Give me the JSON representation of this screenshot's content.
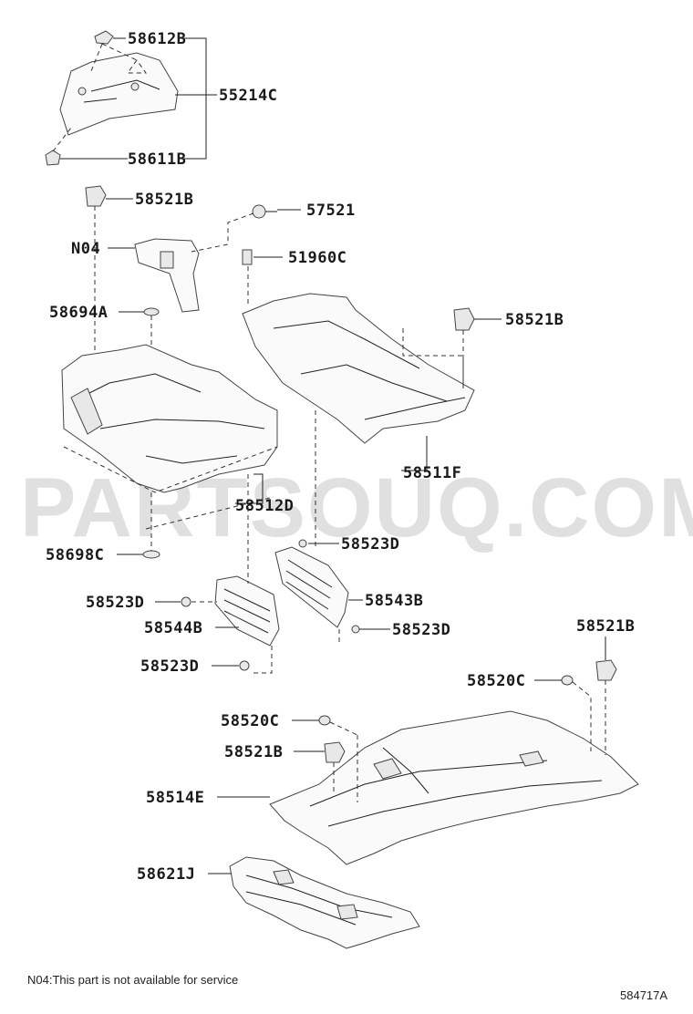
{
  "watermark": "PARTSOUQ.COM",
  "note": "N04:This part is not available for service",
  "figure_id": "584717A",
  "labels": {
    "p58612B": "58612B",
    "p55214C": "55214C",
    "p58611B": "58611B",
    "p58521B_top": "58521B",
    "p57521": "57521",
    "pN04": "N04",
    "p51960C": "51960C",
    "p58694A": "58694A",
    "p58521B_right": "58521B",
    "p58511F": "58511F",
    "p58512D": "58512D",
    "p58698C": "58698C",
    "p58523D_a": "58523D",
    "p58523D_b": "58523D",
    "p58543B": "58543B",
    "p58523D_c": "58523D",
    "p58544B": "58544B",
    "p58523D_d": "58523D",
    "p58521B_low": "58521B",
    "p58520C_right": "58520C",
    "p58520C_left": "58520C",
    "p58521B_mid": "58521B",
    "p58514E": "58514E",
    "p58621J": "58621J"
  }
}
